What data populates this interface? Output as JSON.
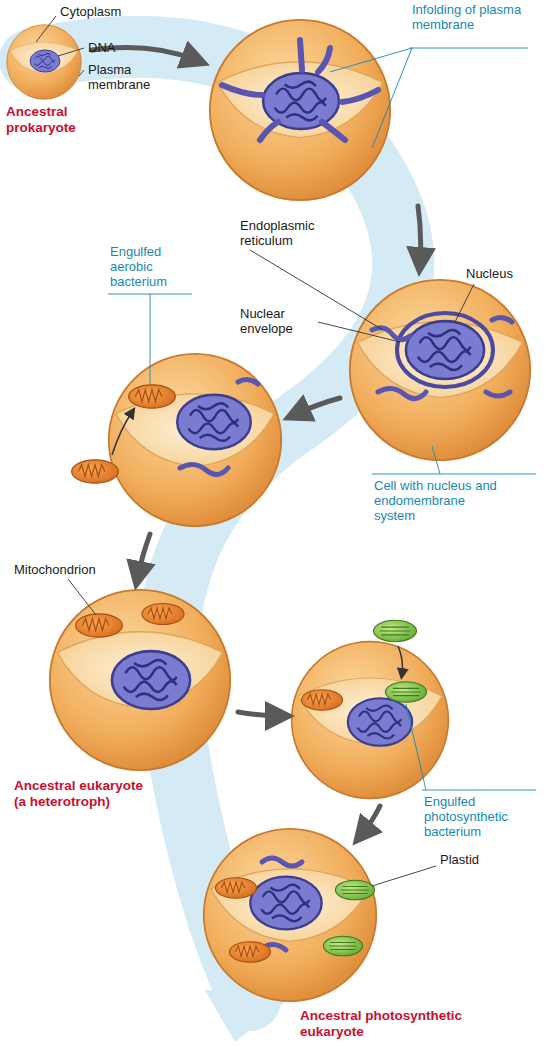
{
  "diagram": {
    "labels": [
      "Cytoplasm",
      "DNA",
      "Plasma membrane",
      "Ancestral prokaryote",
      "Infolding of plasma membrane",
      "Endoplasmic reticulum",
      "Nucleus",
      "Nuclear envelope",
      "Engulfed aerobic bacterium",
      "Cell with nucleus and endomembrane system",
      "Mitochondrion",
      "Ancestral eukaryote (a heterotroph)",
      "Engulfed photosynthetic bacterium",
      "Plastid",
      "Ancestral photosynthetic eukaryote"
    ]
  }
}
